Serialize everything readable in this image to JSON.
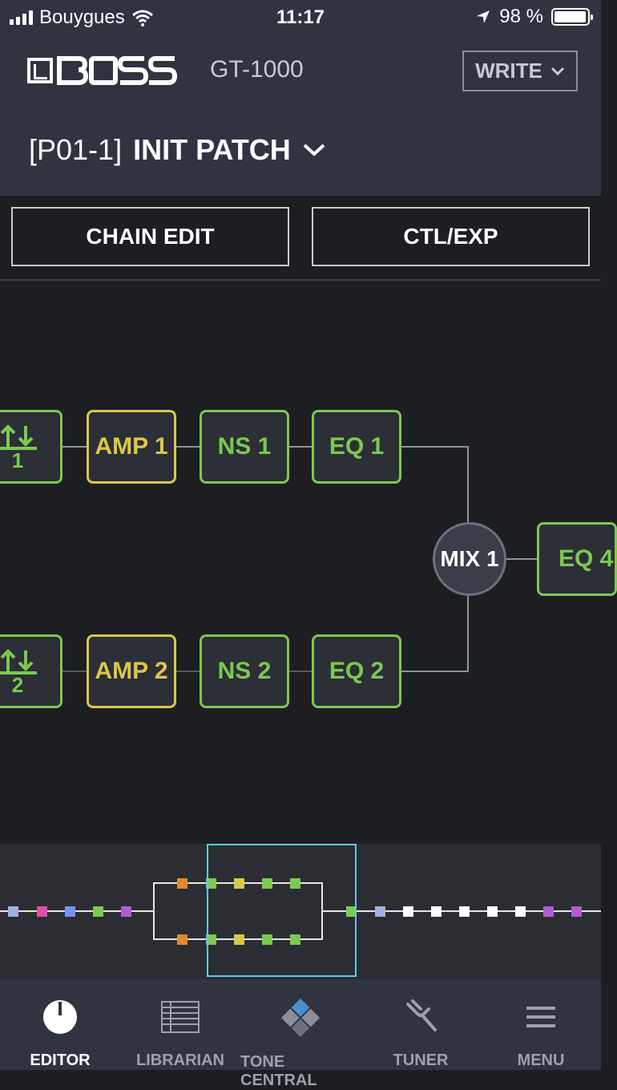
{
  "status": {
    "carrier": "Bouygues",
    "time": "11:17",
    "battery": "98 %",
    "battery_level": 0.98
  },
  "header": {
    "model": "GT-1000",
    "write_label": "WRITE",
    "patch_number": "[P01-1]",
    "patch_name": "INIT PATCH"
  },
  "actions": {
    "chain_edit": "CHAIN EDIT",
    "ctl_exp": "CTL/EXP"
  },
  "chain": {
    "div1_label": "1",
    "amp1": "AMP 1",
    "ns1": "NS 1",
    "eq1": "EQ 1",
    "div2_label": "2",
    "amp2": "AMP 2",
    "ns2": "NS 2",
    "eq2": "EQ 2",
    "mix": "MIX 1",
    "eq4": "EQ 4"
  },
  "colors": {
    "green": "#7bc950",
    "yellow": "#d9c84a",
    "viewport": "#5fc8f0",
    "orange": "#e08a2c",
    "blue": "#7a8ef0",
    "pink": "#e24fa6",
    "purple": "#b05cd0",
    "lightblue": "#9fb2dc"
  },
  "tabs": [
    {
      "label": "EDITOR",
      "icon": "power-knob-icon"
    },
    {
      "label": "LIBRARIAN",
      "icon": "list-grid-icon"
    },
    {
      "label": "TONE CENTRAL",
      "icon": "tone-central-icon"
    },
    {
      "label": "TUNER",
      "icon": "tuning-fork-icon"
    },
    {
      "label": "MENU",
      "icon": "hamburger-icon"
    }
  ]
}
